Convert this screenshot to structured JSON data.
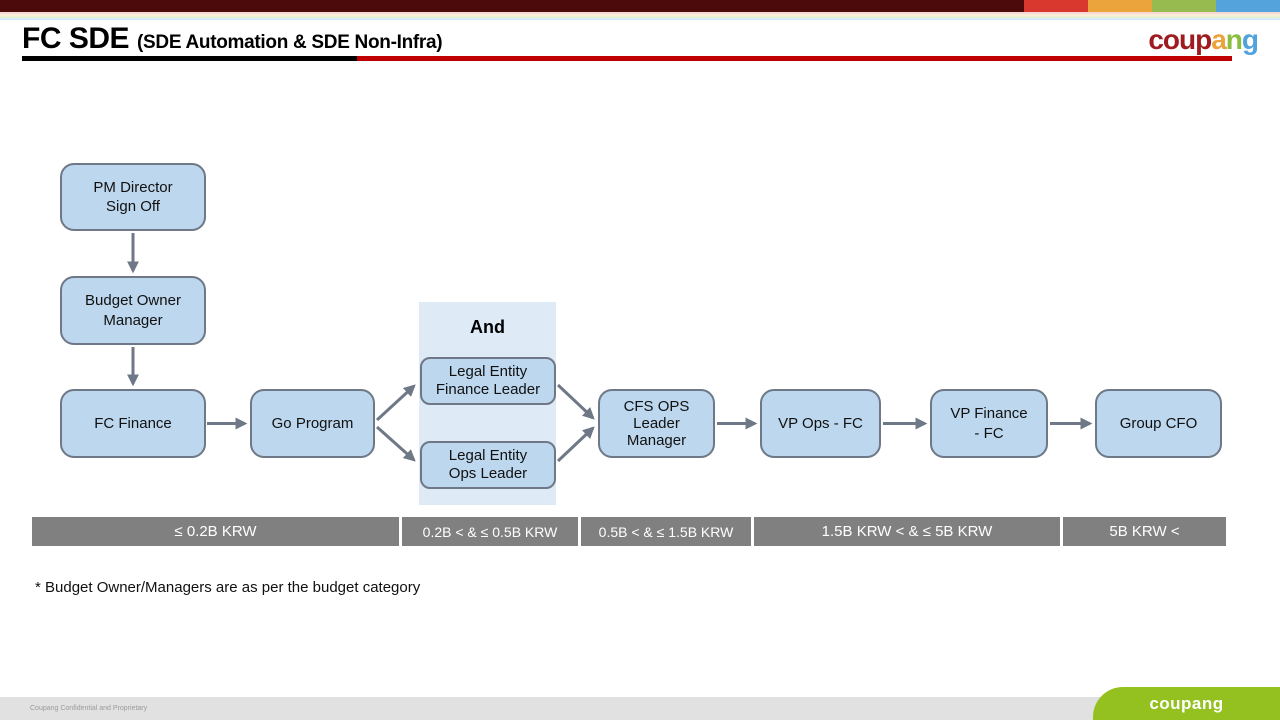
{
  "page": {
    "title": "FC SDE",
    "subtitle": "(SDE Automation & SDE Non-Infra)",
    "footnote": "* Budget Owner/Managers are as per the budget category",
    "footer": "Coupang Confidential and Proprietary"
  },
  "brand": {
    "logo_bottom": "coupang",
    "logo_parts": {
      "coup": "coup",
      "a": "a",
      "n": "n",
      "g": "g"
    },
    "colors": {
      "stripe_maroon": "#4D0A0A",
      "stripe_red": "#D8382E",
      "stripe_orange": "#EBA33C",
      "stripe_green": "#97BB4E",
      "stripe_blue": "#55A3DC",
      "underline_red": "#C00000",
      "logo_dark_red": "#9E1B1F",
      "logo_orange": "#EDA33B",
      "logo_green": "#8BBE3F",
      "logo_blue": "#51A3DB",
      "footer_green": "#94C11F",
      "box_fill": "#BDD7EE",
      "box_border": "#6E7886",
      "and_fill": "#DEEBF7",
      "bar_gray": "#808080"
    }
  },
  "flowchart": {
    "and_label": "And",
    "nodes": [
      {
        "id": "pm-director-sign-off",
        "lines": [
          "PM Director",
          "Sign Off"
        ]
      },
      {
        "id": "budget-owner-manager",
        "lines": [
          "Budget Owner",
          "Manager"
        ]
      },
      {
        "id": "fc-finance",
        "lines": [
          "FC Finance"
        ]
      },
      {
        "id": "go-program",
        "lines": [
          "Go Program"
        ]
      },
      {
        "id": "legal-entity-finance-leader",
        "lines": [
          "Legal Entity",
          "Finance Leader"
        ]
      },
      {
        "id": "legal-entity-ops-leader",
        "lines": [
          "Legal Entity",
          "Ops Leader"
        ]
      },
      {
        "id": "cfs-ops-leader-manager",
        "lines": [
          "CFS OPS",
          "Leader",
          "Manager"
        ]
      },
      {
        "id": "vp-ops-fc",
        "lines": [
          "VP Ops - FC"
        ]
      },
      {
        "id": "vp-finance-fc",
        "lines": [
          "VP Finance",
          "- FC"
        ]
      },
      {
        "id": "group-cfo",
        "lines": [
          "Group CFO"
        ]
      }
    ]
  },
  "thresholds": [
    {
      "label": "≤ 0.2B KRW"
    },
    {
      "label": "0.2B < & ≤ 0.5B KRW"
    },
    {
      "label": "0.5B < & ≤ 1.5B KRW"
    },
    {
      "label": "1.5B KRW < & ≤ 5B KRW"
    },
    {
      "label": "5B KRW <"
    }
  ]
}
